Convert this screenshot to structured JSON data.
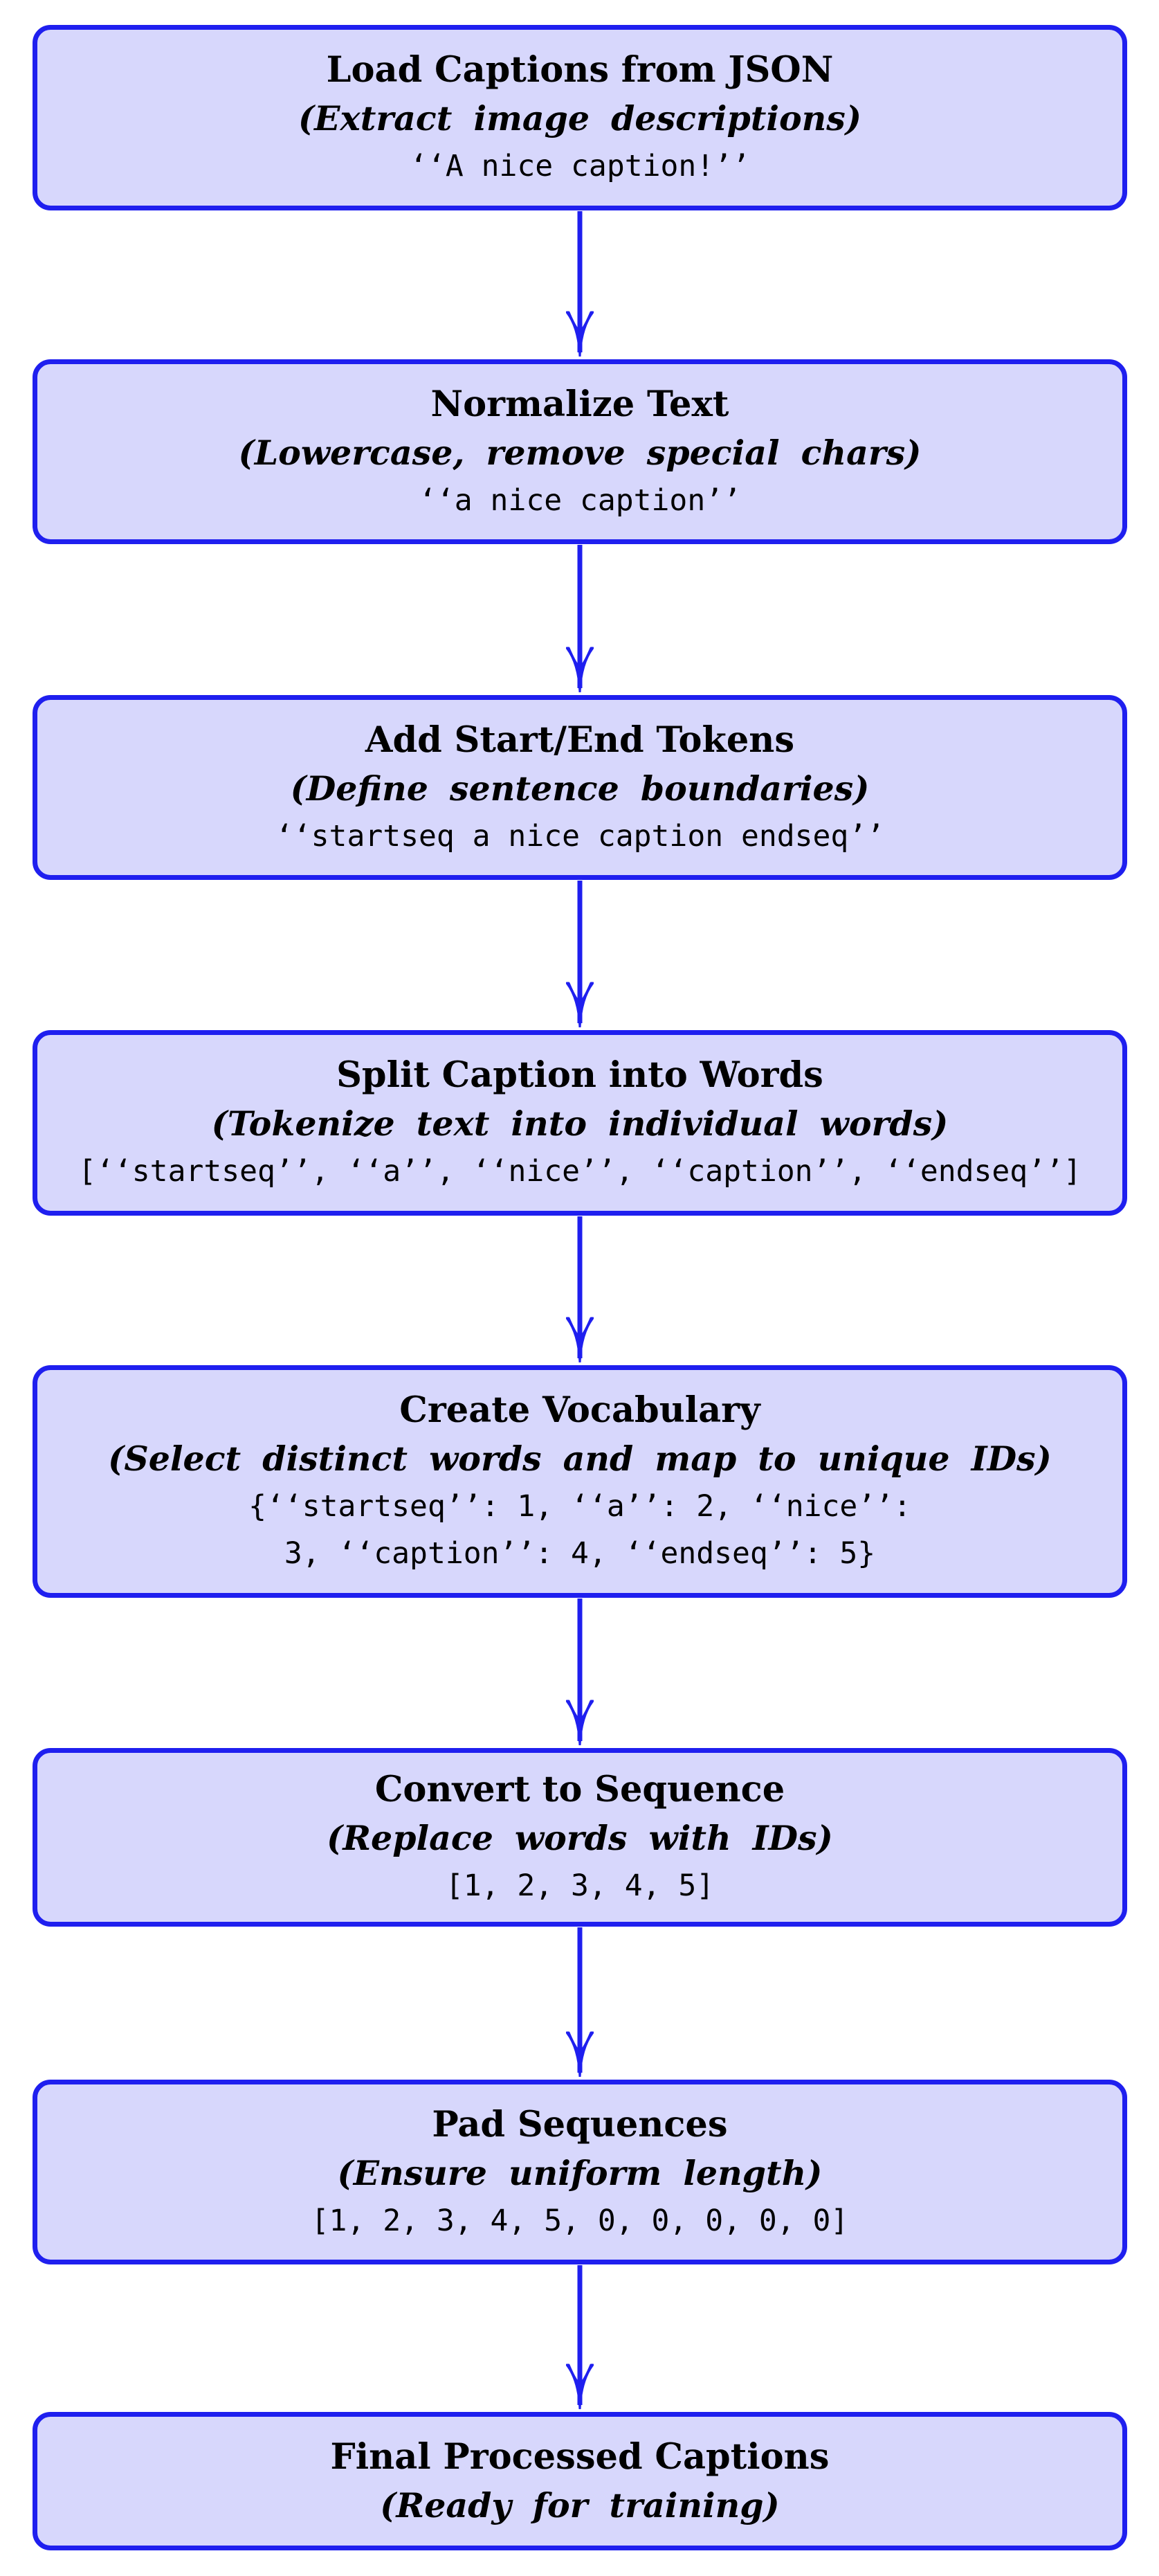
{
  "colors": {
    "box_fill": "#d7d7fc",
    "box_border": "#1f1fef",
    "arrow": "#1f1fef",
    "text": "#000000"
  },
  "steps": [
    {
      "title": "Load Captions from JSON",
      "subtitle": "(Extract image descriptions)",
      "example": [
        "‘‘A nice caption!’’"
      ]
    },
    {
      "title": "Normalize Text",
      "subtitle": "(Lowercase, remove special chars)",
      "example": [
        "‘‘a nice caption’’"
      ]
    },
    {
      "title": "Add Start/End Tokens",
      "subtitle": "(Define sentence boundaries)",
      "example": [
        "‘‘startseq a nice caption endseq’’"
      ]
    },
    {
      "title": "Split Caption into Words",
      "subtitle": "(Tokenize text into individual words)",
      "example": [
        "[‘‘startseq’’, ‘‘a’’, ‘‘nice’’, ‘‘caption’’, ‘‘endseq’’]"
      ]
    },
    {
      "title": "Create Vocabulary",
      "subtitle": "(Select distinct words and map to unique IDs)",
      "example": [
        "{‘‘startseq’’: 1, ‘‘a’’: 2, ‘‘nice’’:",
        "3, ‘‘caption’’: 4, ‘‘endseq’’: 5}"
      ]
    },
    {
      "title": "Convert to Sequence",
      "subtitle": "(Replace words with IDs)",
      "example": [
        "[1, 2, 3, 4, 5]"
      ]
    },
    {
      "title": "Pad Sequences",
      "subtitle": "(Ensure uniform length)",
      "example": [
        "[1, 2, 3, 4, 5, 0, 0, 0, 0, 0]"
      ]
    },
    {
      "title": "Final Processed Captions",
      "subtitle": "(Ready for training)",
      "example": []
    }
  ]
}
